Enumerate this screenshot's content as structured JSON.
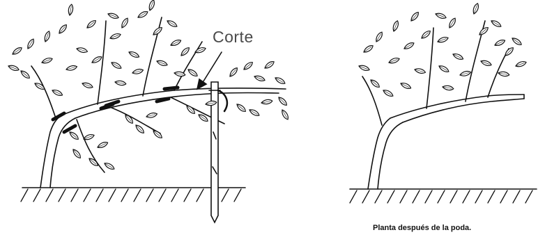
{
  "labels": {
    "cut": "Corte",
    "caption": "Planta después de la poda."
  },
  "colors": {
    "ink": "#111111",
    "label": "#4a4a4a"
  },
  "panels": [
    "plant-before-pruning",
    "plant-after-pruning"
  ]
}
